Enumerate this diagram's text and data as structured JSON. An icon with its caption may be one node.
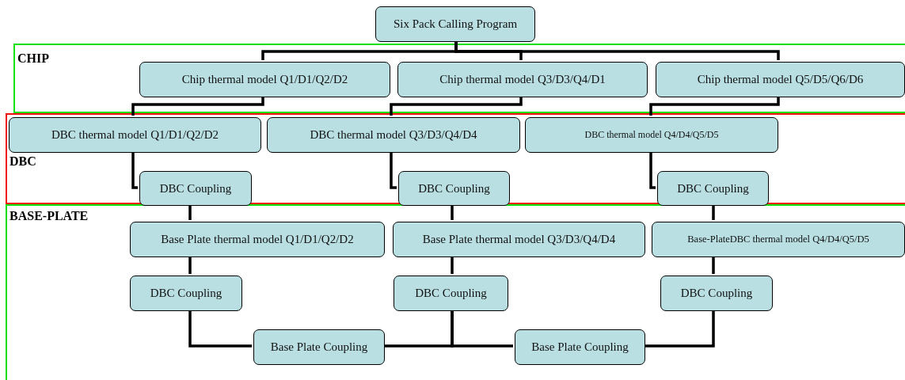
{
  "diagram": {
    "nodes": [
      {
        "text": [
          "Six Pack Calling Program"
        ]
      },
      {
        "text": [
          "CHIP"
        ]
      },
      {
        "text": [
          "Chip thermal model Q1/D1/Q2/D2"
        ],
        "in": 1
      },
      {
        "text": [
          "Chip thermal model Q3/D3/Q4/D1"
        ],
        "in": 1
      },
      {
        "text": [
          "Chip thermal model Q5/D5/Q6/D6"
        ],
        "in": 1
      },
      {
        "text": [
          "DBC"
        ]
      },
      {
        "text": [
          "DBC thermal model Q1/D1/Q2/D2"
        ],
        "in": 5
      },
      {
        "text": [
          "DBC thermal model Q3/D3/Q4/D4"
        ],
        "in": 5
      },
      {
        "text": [
          "DBC thermal model Q4/D4/Q5/D5"
        ],
        "in": 5
      },
      {
        "text": [
          "DBC Coupling"
        ],
        "in": 5
      },
      {
        "text": [
          "DBC Coupling"
        ],
        "in": 5
      },
      {
        "text": [
          "DBC Coupling"
        ],
        "in": 5
      },
      {
        "text": [
          "BASE-PLATE"
        ]
      },
      {
        "text": [
          "Base Plate thermal model Q1/D1/Q2/D2"
        ],
        "in": 12
      },
      {
        "text": [
          "Base Plate thermal model Q3/D3/Q4/D4"
        ],
        "in": 12
      },
      {
        "text": [
          "Base-PlateDBC thermal model Q4/D4/Q5/D5"
        ],
        "in": 12
      },
      {
        "text": [
          "DBC Coupling"
        ],
        "in": 12
      },
      {
        "text": [
          "DBC Coupling"
        ],
        "in": 12
      },
      {
        "text": [
          "DBC Coupling"
        ],
        "in": 12
      },
      {
        "text": [
          "Base Plate Coupling"
        ],
        "in": 12
      },
      {
        "text": [
          "Base Plate Coupling"
        ],
        "in": 12
      }
    ],
    "edges": [
      {
        "from": 0,
        "to": 2,
        "arrow": "none"
      },
      {
        "from": 0,
        "to": 3,
        "arrow": "none"
      },
      {
        "from": 0,
        "to": 4,
        "arrow": "none"
      },
      {
        "from": 2,
        "to": 6,
        "arrow": "none"
      },
      {
        "from": 3,
        "to": 7,
        "arrow": "none"
      },
      {
        "from": 4,
        "to": 8,
        "arrow": "none"
      },
      {
        "from": 6,
        "to": 9,
        "arrow": "none"
      },
      {
        "from": 7,
        "to": 10,
        "arrow": "none"
      },
      {
        "from": 8,
        "to": 11,
        "arrow": "none"
      },
      {
        "from": 9,
        "to": 13,
        "arrow": "none"
      },
      {
        "from": 10,
        "to": 14,
        "arrow": "none"
      },
      {
        "from": 11,
        "to": 15,
        "arrow": "none"
      },
      {
        "from": 13,
        "to": 16,
        "arrow": "none"
      },
      {
        "from": 14,
        "to": 17,
        "arrow": "none"
      },
      {
        "from": 15,
        "to": 18,
        "arrow": "none"
      },
      {
        "from": 16,
        "to": 19,
        "arrow": "none"
      },
      {
        "from": 17,
        "to": 19,
        "arrow": "none"
      },
      {
        "from": 17,
        "to": 20,
        "arrow": "none"
      },
      {
        "from": 18,
        "to": 20,
        "arrow": "none"
      }
    ]
  }
}
